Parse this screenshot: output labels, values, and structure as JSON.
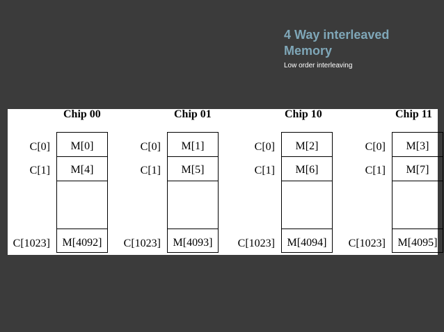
{
  "title_line1": "4 Way interleaved",
  "title_line2": "Memory",
  "subtitle": "Low order interleaving",
  "chips": [
    {
      "name": "Chip 00",
      "c_labels": [
        "C[0]",
        "C[1]",
        "C[1023]"
      ],
      "m_labels": [
        "M[0]",
        "M[4]",
        "M[4092]"
      ]
    },
    {
      "name": "Chip 01",
      "c_labels": [
        "C[0]",
        "C[1]",
        "C[1023]"
      ],
      "m_labels": [
        "M[1]",
        "M[5]",
        "M[4093]"
      ]
    },
    {
      "name": "Chip 10",
      "c_labels": [
        "C[0]",
        "C[1]",
        "C[1023]"
      ],
      "m_labels": [
        "M[2]",
        "M[6]",
        "M[4094]"
      ]
    },
    {
      "name": "Chip 11",
      "c_labels": [
        "C[0]",
        "C[1]",
        "C[1023]"
      ],
      "m_labels": [
        "M[3]",
        "M[7]",
        "M[4095]"
      ]
    }
  ]
}
